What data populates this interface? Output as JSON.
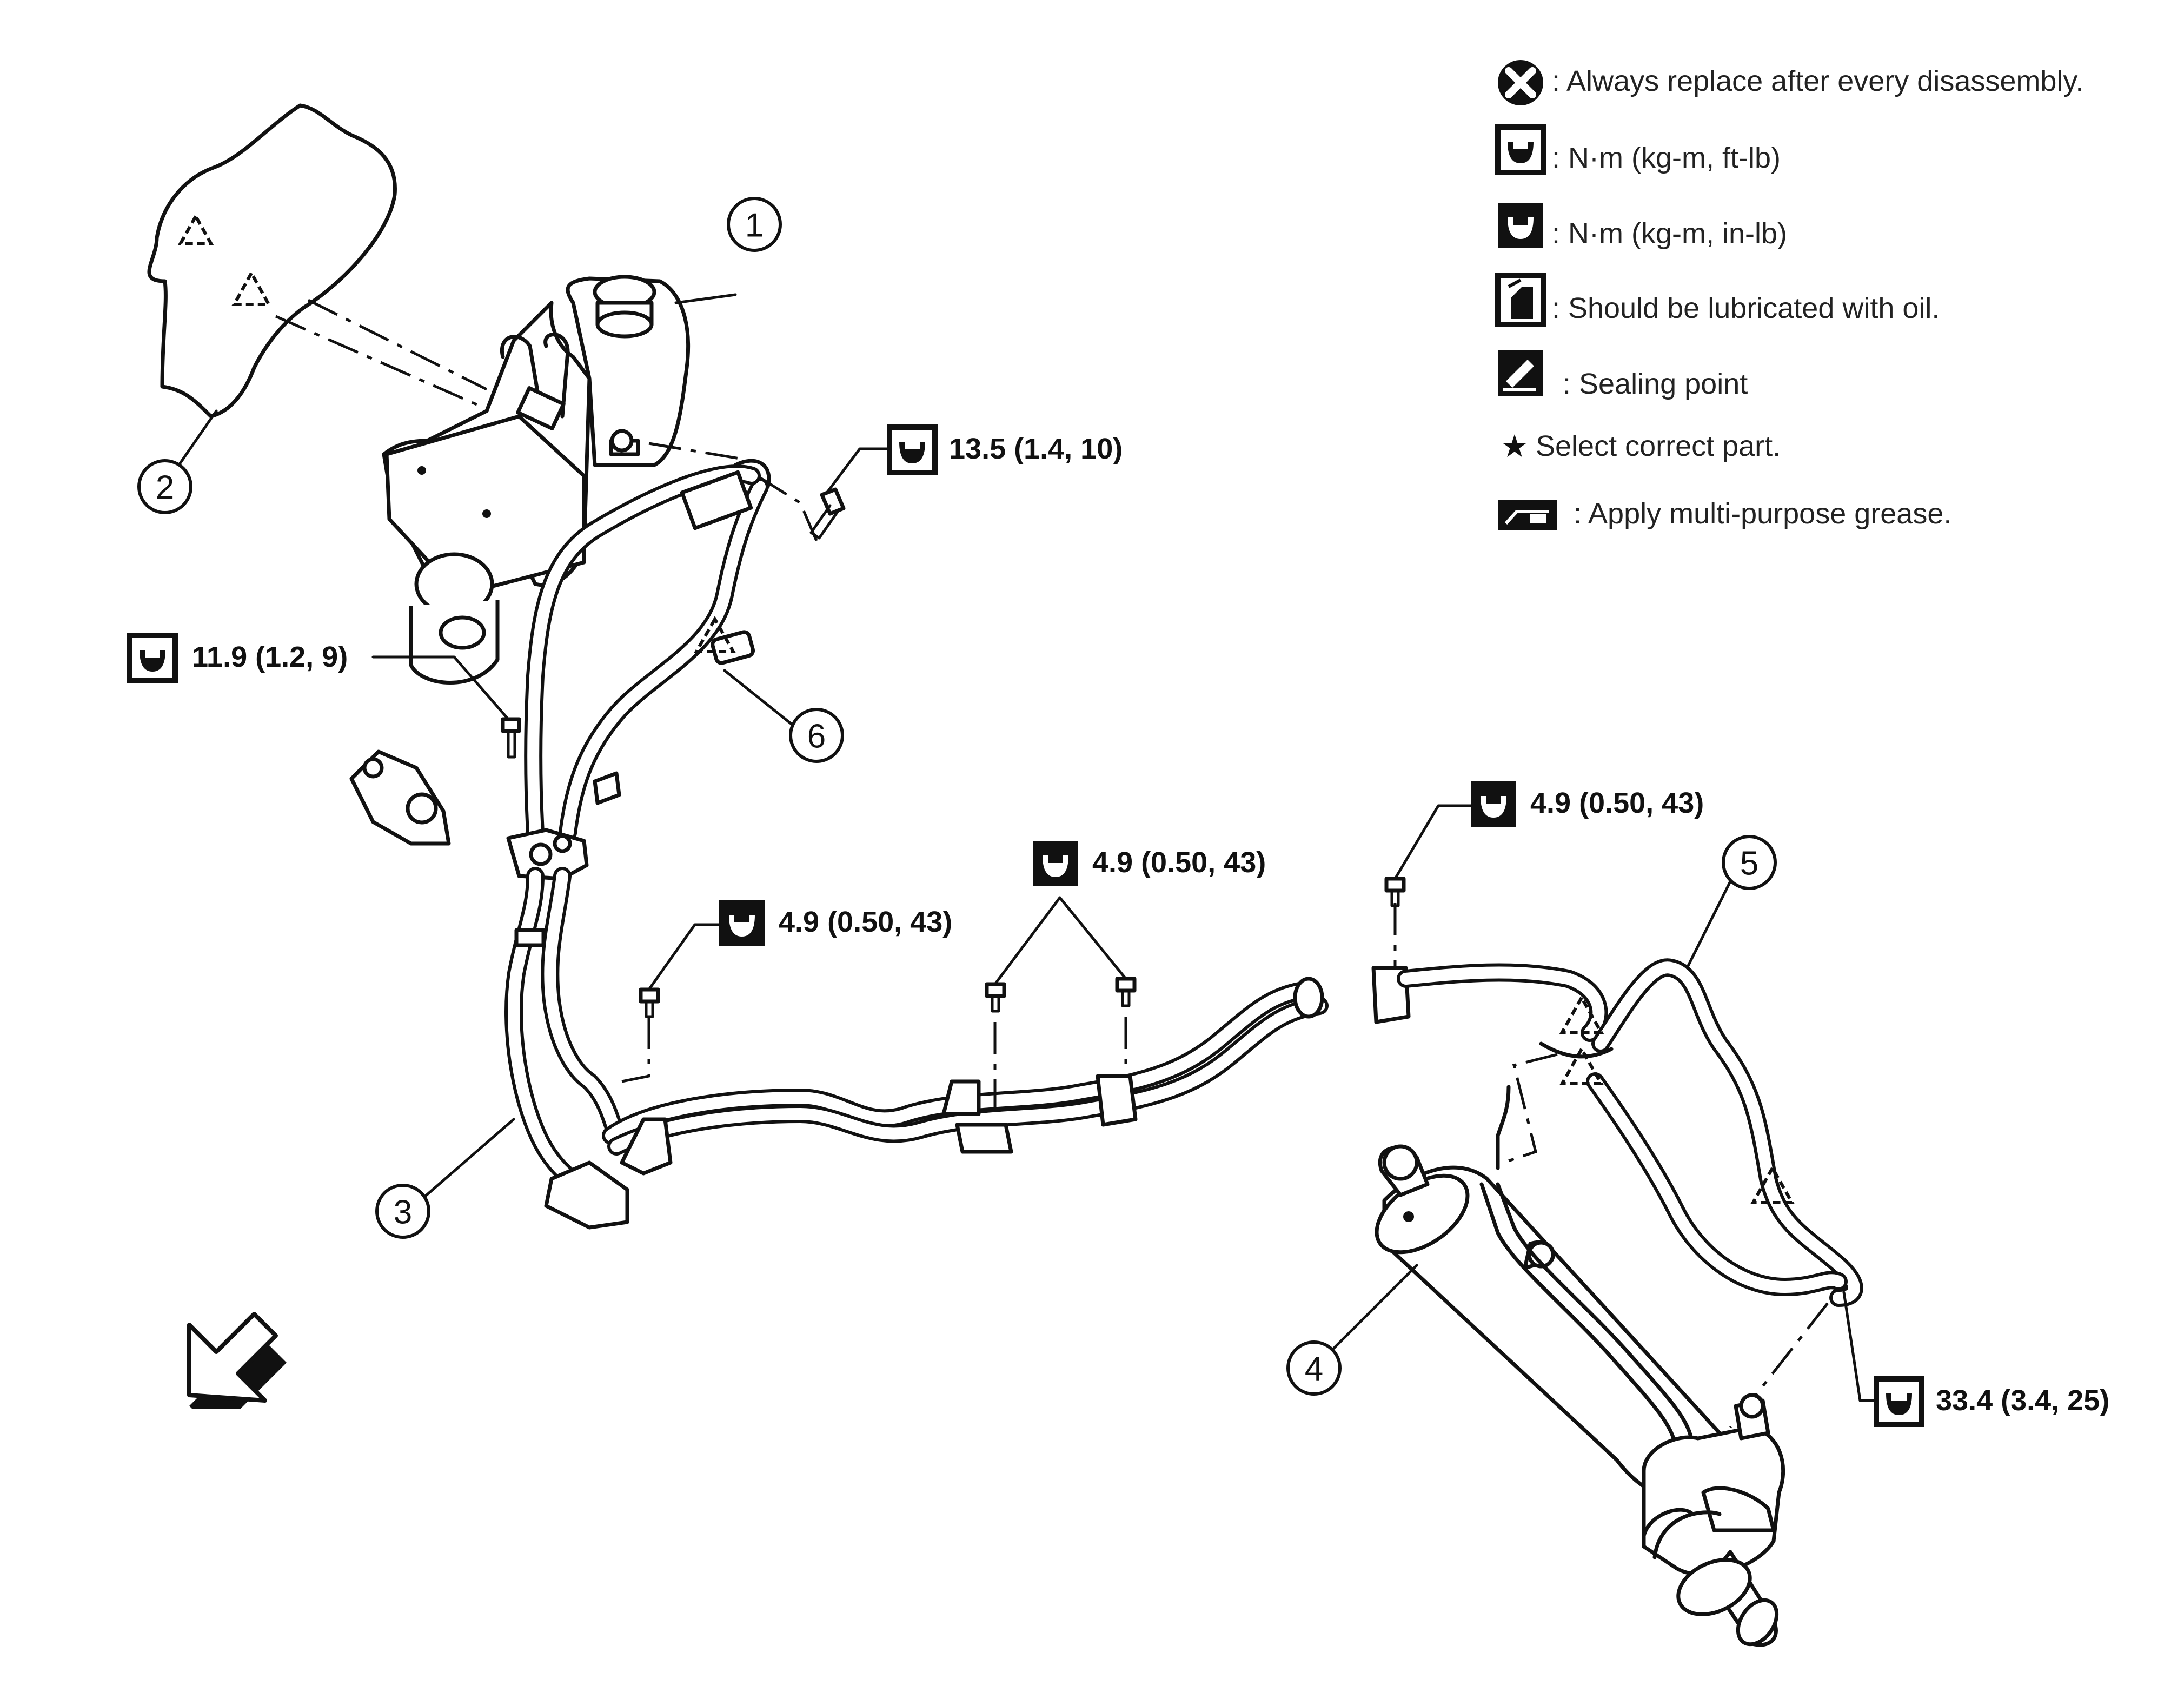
{
  "legend": {
    "items": [
      {
        "icon": "replace-x-icon",
        "text": ": Always replace after every disassembly."
      },
      {
        "icon": "torque-ftlb-icon",
        "text": ": N·m (kg-m, ft-lb)"
      },
      {
        "icon": "torque-inlb-icon",
        "text": ": N·m (kg-m, in-lb)"
      },
      {
        "icon": "oil-can-icon",
        "text": ": Should be lubricated with oil."
      },
      {
        "icon": "sealing-point-icon",
        "text": ": Sealing point"
      },
      {
        "icon": "star-icon",
        "text": "Select correct part."
      },
      {
        "icon": "grease-icon",
        "text": ": Apply multi-purpose grease."
      }
    ],
    "star_glyph": "★"
  },
  "callouts": [
    "1",
    "2",
    "3",
    "4",
    "5",
    "6"
  ],
  "torques": {
    "t1": "13.5 (1.4, 10)",
    "t2": "11.9 (1.2, 9)",
    "t3": "4.9 (0.50, 43)",
    "t4": "4.9 (0.50, 43)",
    "t5": "4.9 (0.50, 43)",
    "t6": "33.4 (3.4, 25)"
  }
}
